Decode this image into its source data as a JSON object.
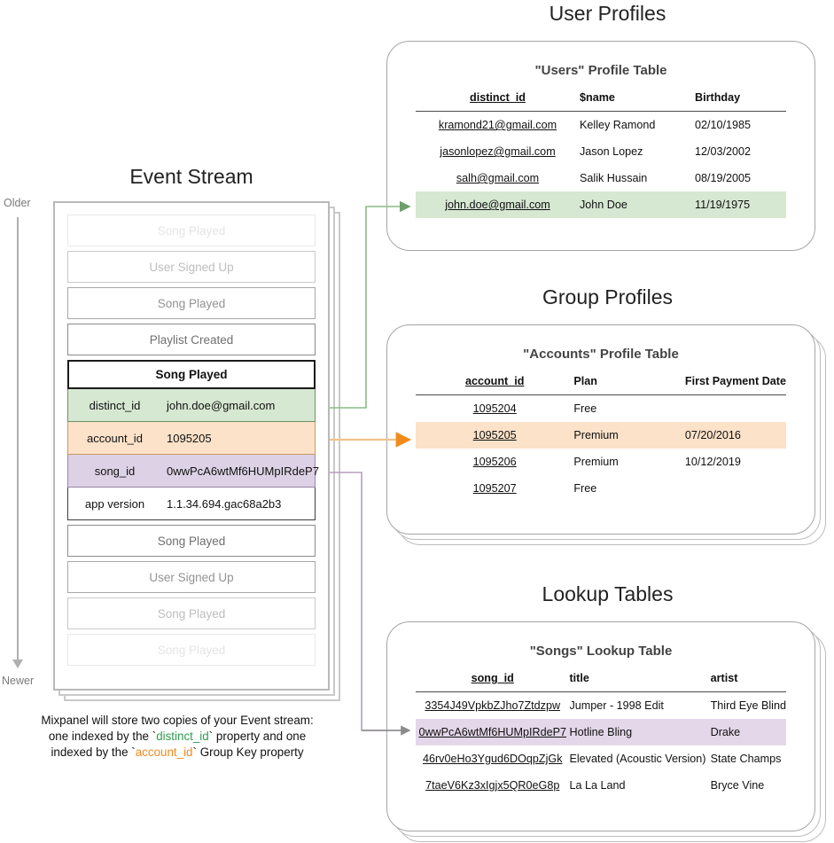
{
  "sections": {
    "user_profiles_title": "User Profiles",
    "group_profiles_title": "Group Profiles",
    "lookup_tables_title": "Lookup Tables",
    "event_stream_title": "Event Stream"
  },
  "timeline": {
    "older_label": "Older",
    "newer_label": "Newer"
  },
  "event_stream": {
    "events_before": [
      {
        "label": "Song Played",
        "fade": "fade-1"
      },
      {
        "label": "User Signed Up",
        "fade": "fade-2"
      },
      {
        "label": "Song Played",
        "fade": "fade-3"
      },
      {
        "label": "Playlist Created",
        "fade": "fade-full"
      }
    ],
    "expanded_event": {
      "title": "Song Played",
      "properties": [
        {
          "key": "distinct_id",
          "value": "john.doe@gmail.com",
          "highlight": "green"
        },
        {
          "key": "account_id",
          "value": "1095205",
          "highlight": "orange"
        },
        {
          "key": "song_id",
          "value": "0wwPcA6wtMf6HUMpIRdeP7",
          "highlight": "purple"
        },
        {
          "key": "app version",
          "value": "1.1.34.694.gac68a2b3",
          "highlight": "plain"
        }
      ]
    },
    "events_after": [
      {
        "label": "Song Played",
        "fade": "fade-full"
      },
      {
        "label": "User Signed Up",
        "fade": "fade-3"
      },
      {
        "label": "Song Played",
        "fade": "fade-2"
      },
      {
        "label": "Song Played",
        "fade": "fade-1"
      }
    ],
    "caption": {
      "line1": "Mixpanel will store two copies of your Event stream:",
      "line2_pre": "one indexed by the `",
      "line2_token": "distinct_id",
      "line2_post": "` property and one",
      "line3_pre": "indexed by the `",
      "line3_token": "account_id",
      "line3_post": "` Group Key property"
    }
  },
  "users_table": {
    "title": "\"Users\" Profile Table",
    "columns": [
      "distinct_id",
      "$name",
      "Birthday"
    ],
    "rows": [
      {
        "id": "kramond21@gmail.com",
        "b": "Kelley Ramond",
        "c": "02/10/1985",
        "highlight": ""
      },
      {
        "id": "jasonlopez@gmail.com",
        "b": "Jason Lopez",
        "c": "12/03/2002",
        "highlight": ""
      },
      {
        "id": "salh@gmail.com",
        "b": "Salik Hussain",
        "c": "08/19/2005",
        "highlight": ""
      },
      {
        "id": "john.doe@gmail.com",
        "b": "John Doe",
        "c": "11/19/1975",
        "highlight": "hl-green"
      }
    ]
  },
  "accounts_table": {
    "title": "\"Accounts\" Profile Table",
    "columns": [
      "account_id",
      "Plan",
      "First Payment Date"
    ],
    "rows": [
      {
        "id": "1095204",
        "b": "Free",
        "c": "",
        "highlight": ""
      },
      {
        "id": "1095205",
        "b": "Premium",
        "c": "07/20/2016",
        "highlight": "hl-orange"
      },
      {
        "id": "1095206",
        "b": "Premium",
        "c": "10/12/2019",
        "highlight": ""
      },
      {
        "id": "1095207",
        "b": "Free",
        "c": "",
        "highlight": ""
      }
    ]
  },
  "songs_table": {
    "title": "\"Songs\" Lookup Table",
    "columns": [
      "song_id",
      "title",
      "artist"
    ],
    "rows": [
      {
        "id": "3354J49VpkbZJho7Ztdzpw",
        "b": "Jumper - 1998 Edit",
        "c": "Third Eye Blind",
        "highlight": ""
      },
      {
        "id": "0wwPcA6wtMf6HUMpIRdeP7",
        "b": "Hotline Bling",
        "c": "Drake",
        "highlight": "hl-purple"
      },
      {
        "id": "46rv0eHo3Ygud6DOqpZjGk",
        "b": "Elevated (Acoustic Version)",
        "c": "State Champs",
        "highlight": ""
      },
      {
        "id": "7taeV6Kz3xIgjx5QR0eG8p",
        "b": "La La Land",
        "c": "Bryce Vine",
        "highlight": ""
      }
    ]
  },
  "colors": {
    "green": "#6f9e6a",
    "orange": "#e0a24a",
    "purple": "#b59ec4",
    "gray_arrow": "#8a8a8a",
    "green_fill": "#d6e7d2",
    "orange_fill": "#fbe2c9",
    "purple_fill": "#e4d7e9"
  }
}
